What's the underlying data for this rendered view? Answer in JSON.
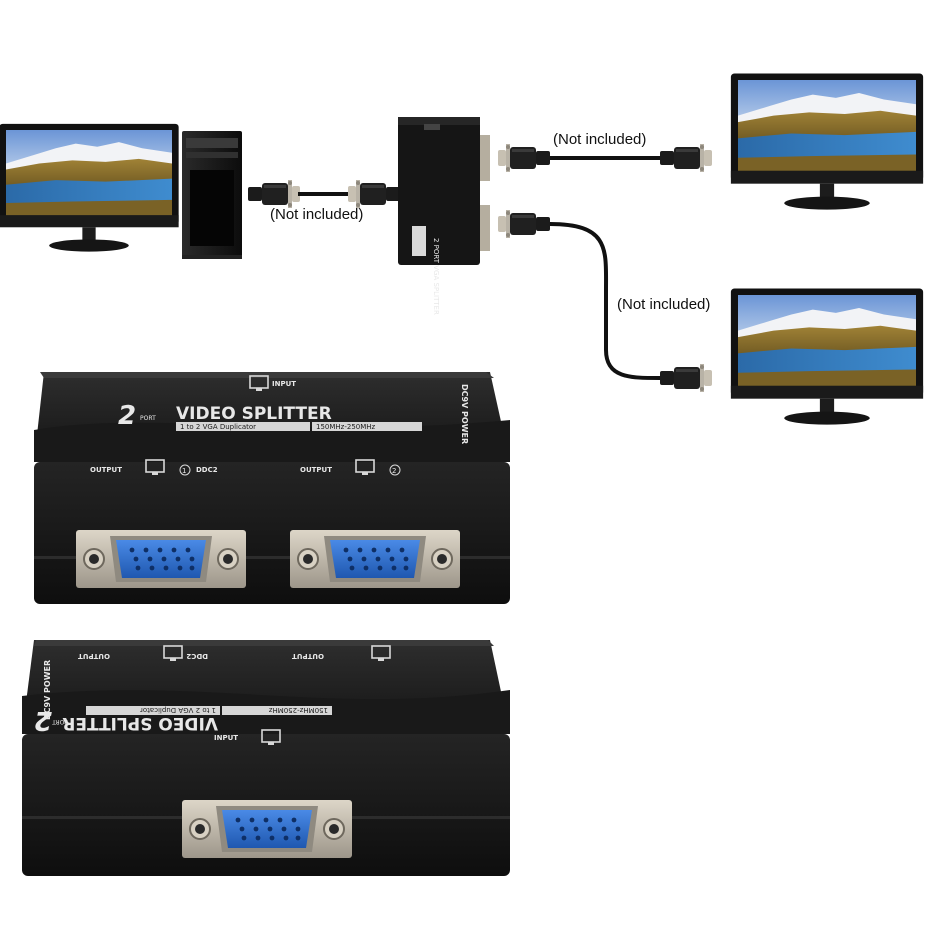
{
  "cable_labels": [
    "(Not included)",
    "(Not included)",
    "(Not included)"
  ],
  "splitter_front": {
    "title": "VIDEO SPLITTER",
    "number": "2",
    "port_word": "PORT",
    "subtitle": "1 to 2 VGA Duplicator",
    "bandwidth": "150MHz-250MHz",
    "input_label": "INPUT",
    "output1_label": "OUTPUT",
    "ddc_label": "DDC2",
    "output2_label": "OUTPUT",
    "power_label": "DC9V  POWER"
  },
  "splitter_back": {
    "title": "VIDEO SPLITTER",
    "number": "2",
    "port_word": "PORT",
    "subtitle": "1 to 2 VGA Duplicator",
    "bandwidth": "150MHz-250MHz",
    "input_label": "INPUT",
    "output1_label": "OUTPUT",
    "ddc_label": "DDC2",
    "output2_label": "OUTPUT",
    "power_label": "DC9V  POWER"
  },
  "small_splitter": {
    "text": "2 PORT VGA SPLITTER"
  },
  "colors": {
    "device_body": "#1b1b1b",
    "vga_blue": "#2f6fd0",
    "metal": "#c9c2b4",
    "cable": "#111111"
  }
}
